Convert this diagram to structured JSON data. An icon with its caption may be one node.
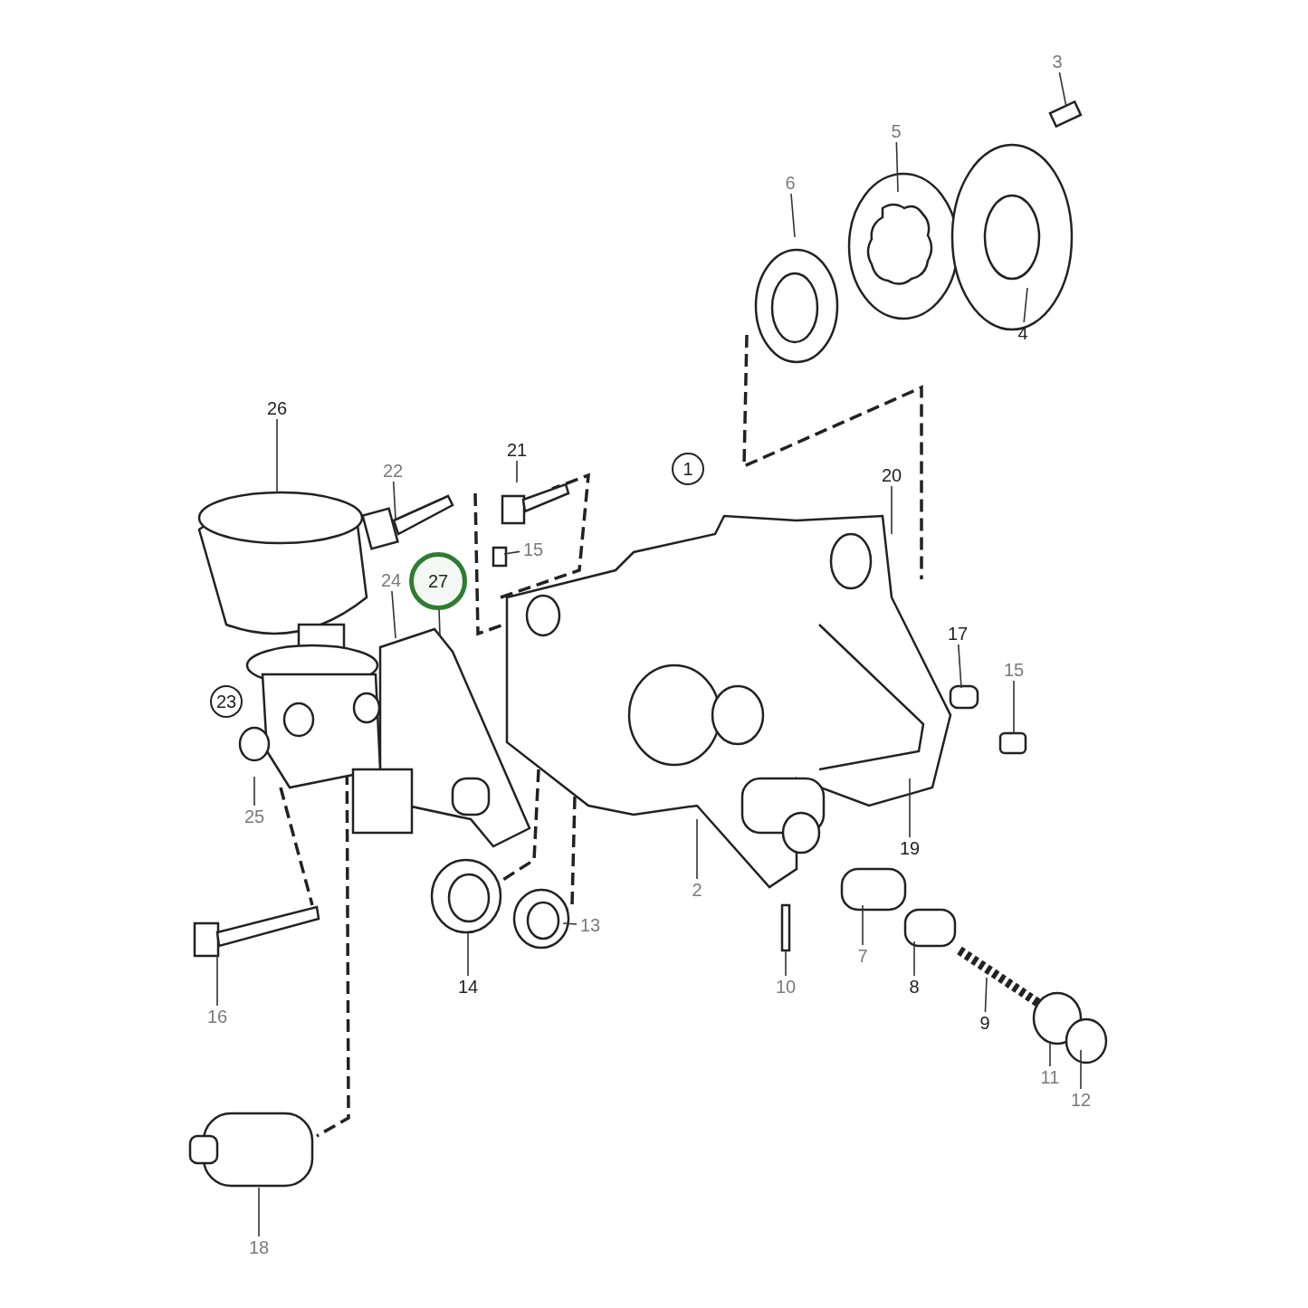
{
  "diagram": {
    "nodes": [
      {
        "text": [
          "3"
        ]
      },
      {
        "text": [
          "5"
        ]
      },
      {
        "text": [
          "6"
        ]
      },
      {
        "text": [
          "4"
        ]
      },
      {
        "text": [
          "26"
        ]
      },
      {
        "text": [
          "21"
        ]
      },
      {
        "text": [
          "22"
        ]
      },
      {
        "text": [
          "1"
        ]
      },
      {
        "text": [
          "20"
        ]
      },
      {
        "text": [
          "15"
        ]
      },
      {
        "text": [
          "27"
        ]
      },
      {
        "text": [
          "24"
        ]
      },
      {
        "text": [
          "17"
        ]
      },
      {
        "text": [
          "15"
        ]
      },
      {
        "text": [
          "23"
        ]
      },
      {
        "text": [
          "25"
        ]
      },
      {
        "text": [
          "19"
        ]
      },
      {
        "text": [
          "2"
        ]
      },
      {
        "text": [
          "14"
        ]
      },
      {
        "text": [
          "13"
        ]
      },
      {
        "text": [
          "10"
        ]
      },
      {
        "text": [
          "7"
        ]
      },
      {
        "text": [
          "16"
        ]
      },
      {
        "text": [
          "8"
        ]
      },
      {
        "text": [
          "9"
        ]
      },
      {
        "text": [
          "11"
        ]
      },
      {
        "text": [
          "12"
        ]
      },
      {
        "text": [
          "18"
        ]
      }
    ],
    "edges": [
      {
        "from": 0,
        "to": null,
        "arrow": "none"
      },
      {
        "from": 1,
        "to": null,
        "arrow": "none"
      },
      {
        "from": 2,
        "to": null,
        "arrow": "none"
      },
      {
        "from": 3,
        "to": null,
        "arrow": "none"
      },
      {
        "from": 4,
        "to": null,
        "arrow": "none"
      },
      {
        "from": 5,
        "to": null,
        "arrow": "none"
      },
      {
        "from": 6,
        "to": null,
        "arrow": "none"
      },
      {
        "from": 8,
        "to": null,
        "arrow": "none"
      },
      {
        "from": 9,
        "to": null,
        "arrow": "none"
      },
      {
        "from": 10,
        "to": null,
        "arrow": "none"
      },
      {
        "from": 11,
        "to": null,
        "arrow": "none"
      },
      {
        "from": 12,
        "to": null,
        "arrow": "none"
      },
      {
        "from": 13,
        "to": null,
        "arrow": "none"
      },
      {
        "from": 15,
        "to": null,
        "arrow": "none"
      },
      {
        "from": 16,
        "to": null,
        "arrow": "none"
      },
      {
        "from": 17,
        "to": null,
        "arrow": "none"
      },
      {
        "from": 18,
        "to": null,
        "arrow": "none"
      },
      {
        "from": 19,
        "to": null,
        "arrow": "none"
      },
      {
        "from": 20,
        "to": null,
        "arrow": "none"
      },
      {
        "from": 21,
        "to": null,
        "arrow": "none"
      },
      {
        "from": 22,
        "to": null,
        "arrow": "none"
      },
      {
        "from": 23,
        "to": null,
        "arrow": "none"
      },
      {
        "from": 24,
        "to": null,
        "arrow": "none"
      },
      {
        "from": 25,
        "to": null,
        "arrow": "none"
      },
      {
        "from": 26,
        "to": null,
        "arrow": "none"
      },
      {
        "from": 27,
        "to": null,
        "arrow": "none"
      }
    ]
  }
}
